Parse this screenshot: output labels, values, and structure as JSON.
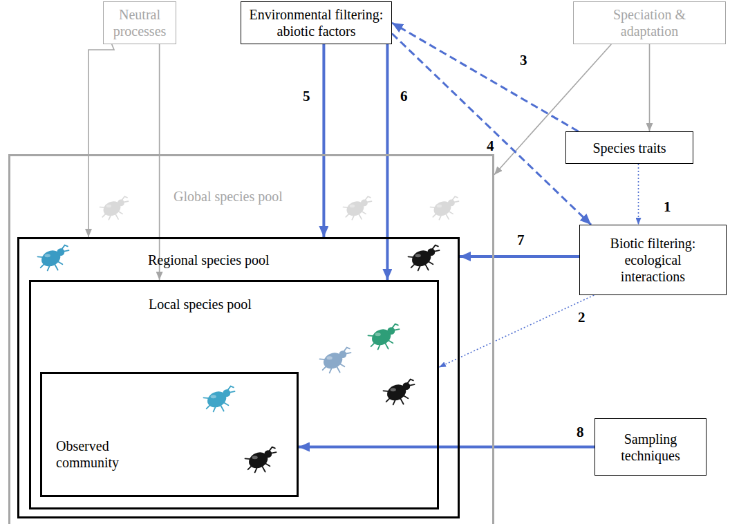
{
  "diagram": {
    "nodes": [
      {
        "text": [
          "Neutral processes"
        ]
      },
      {
        "text": [
          "Environmental filtering: abiotic factors"
        ]
      },
      {
        "text": [
          "Speciation & adaptation"
        ]
      },
      {
        "text": [
          "Species traits"
        ]
      },
      {
        "text": [
          "Global species pool"
        ]
      },
      {
        "text": [
          "Regional species pool"
        ],
        "in": 4
      },
      {
        "text": [
          "Local species pool"
        ],
        "in": 5
      },
      {
        "text": [
          "Observed community"
        ],
        "in": 6
      },
      {
        "text": [
          "Biotic filtering: ecological interactions"
        ]
      },
      {
        "text": [
          "Sampling techniques"
        ]
      }
    ],
    "edges": [
      {
        "from": 0,
        "to": 5,
        "arrow": "to"
      },
      {
        "from": 0,
        "to": 6,
        "arrow": "to"
      },
      {
        "from": 2,
        "to": 4,
        "arrow": "to"
      },
      {
        "from": 2,
        "to": 3,
        "arrow": "to"
      },
      {
        "from": 3,
        "to": 1,
        "label": "3",
        "arrow": "to"
      },
      {
        "from": 1,
        "to": 8,
        "label": "4",
        "arrow": "to"
      },
      {
        "from": 3,
        "to": 8,
        "label": "1",
        "arrow": "to"
      },
      {
        "from": 8,
        "to": 6,
        "label": "2",
        "arrow": "to"
      },
      {
        "from": 1,
        "to": 5,
        "label": "5",
        "arrow": "to"
      },
      {
        "from": 1,
        "to": 6,
        "label": "6",
        "arrow": "to"
      },
      {
        "from": 8,
        "to": 5,
        "label": "7",
        "arrow": "to"
      },
      {
        "from": 9,
        "to": 7,
        "label": "8",
        "arrow": "to"
      }
    ]
  }
}
